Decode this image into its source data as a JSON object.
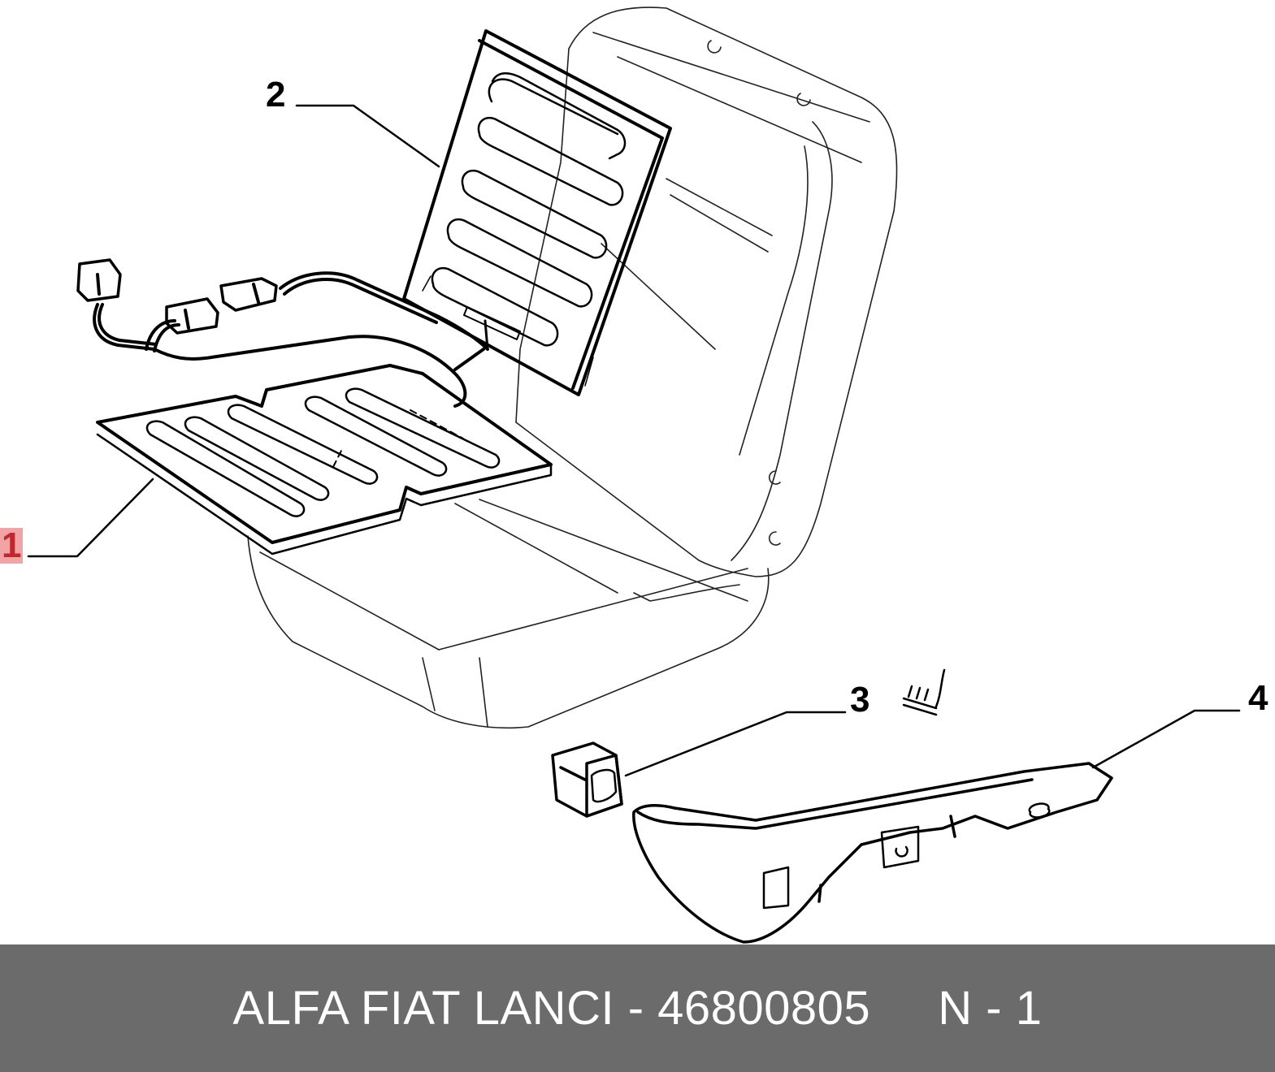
{
  "callouts": [
    {
      "id": "1",
      "label": "1"
    },
    {
      "id": "2",
      "label": "2"
    },
    {
      "id": "3",
      "label": "3"
    },
    {
      "id": "4",
      "label": "4"
    }
  ],
  "footer": {
    "brand": "ALFA FIAT LANCI",
    "separator": " - ",
    "part_number": "46800805",
    "gap": "     ",
    "ref": "N - 1"
  },
  "colors": {
    "footer_bg": "#6b6b6b",
    "highlight": "#f2a3a3",
    "line": "#000000"
  }
}
